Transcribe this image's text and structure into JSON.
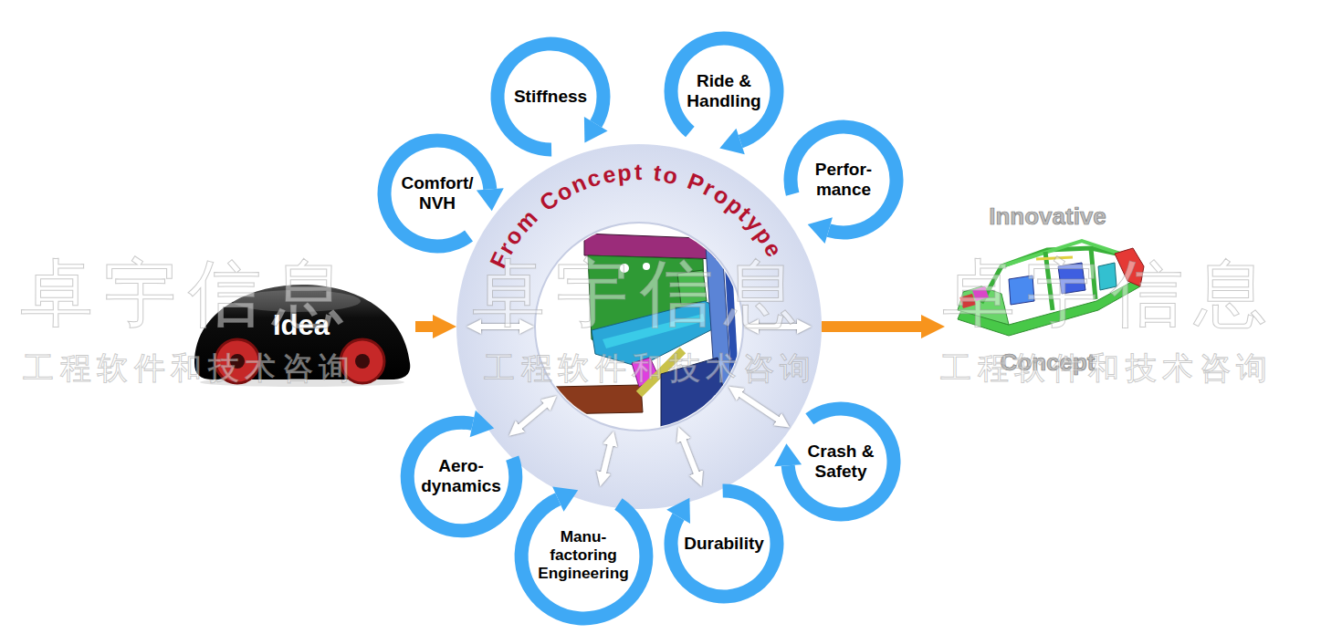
{
  "diagram": {
    "nodes": [
      {
        "text": [
          "Idea"
        ]
      },
      {
        "text": [
          "From Concept to Proptype"
        ]
      },
      {
        "text": [
          "Innovative",
          "Concept"
        ]
      },
      {
        "text": [
          "Comfort/ NVH"
        ]
      },
      {
        "text": [
          "Stiffness"
        ]
      },
      {
        "text": [
          "Ride & Handling"
        ]
      },
      {
        "text": [
          "Perfor- mance"
        ]
      },
      {
        "text": [
          "Aero- dynamics"
        ]
      },
      {
        "text": [
          "Manu- factoring Engineering"
        ]
      },
      {
        "text": [
          "Durability"
        ]
      },
      {
        "text": [
          "Crash & Safety"
        ]
      }
    ],
    "edges": [
      {
        "from": 0,
        "to": 1,
        "arrow": "to"
      },
      {
        "from": 1,
        "to": 2,
        "arrow": "to"
      },
      {
        "from": 1,
        "to": 7,
        "arrow": "both"
      },
      {
        "from": 1,
        "to": 8,
        "arrow": "both"
      },
      {
        "from": 1,
        "to": 9,
        "arrow": "both"
      },
      {
        "from": 1,
        "to": 10,
        "arrow": "both"
      }
    ],
    "labels": [
      "卓宇信息",
      "卓宇信息",
      "卓宇信息",
      "工程软件和技术咨询",
      "工程软件和技术咨询",
      "工程软件和技术咨询"
    ]
  }
}
